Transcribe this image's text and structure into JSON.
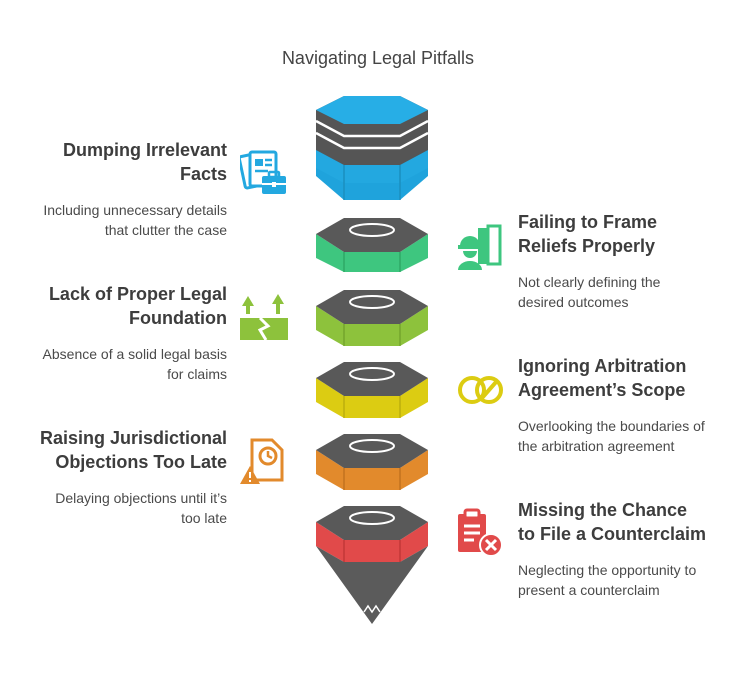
{
  "title": "Navigating Legal Pitfalls",
  "colors": {
    "blue": "#23a8e0",
    "green": "#3ec67f",
    "olive": "#8dc23c",
    "yellow": "#dccc12",
    "orange": "#e28a2c",
    "red": "#e14a4a",
    "dark": "#5a5a5a"
  },
  "items": [
    {
      "heading": "Dumping Irrelevant Facts",
      "line1": "Dumping Irrelevant",
      "line2": "Facts",
      "desc1": "Including unnecessary details",
      "desc2": "that clutter the case",
      "icon": "documents-briefcase-icon"
    },
    {
      "heading": "Failing to Frame Reliefs Properly",
      "line1": "Failing to Frame",
      "line2": "Reliefs Properly",
      "desc1": "Not clearly defining the",
      "desc2": "desired outcomes",
      "icon": "worker-building-icon"
    },
    {
      "heading": "Lack of Proper Legal Foundation",
      "line1": "Lack of Proper Legal",
      "line2": "Foundation",
      "desc1": "Absence of a solid legal basis",
      "desc2": "for claims",
      "icon": "cracked-ground-icon"
    },
    {
      "heading": "Ignoring Arbitration Agreement’s Scope",
      "line1": "Ignoring Arbitration",
      "line2": "Agreement’s Scope",
      "desc1": "Overlooking the boundaries of",
      "desc2": "the arbitration agreement",
      "icon": "no-entry-rings-icon"
    },
    {
      "heading": "Raising Jurisdictional Objections Too Late",
      "line1": "Raising Jurisdictional",
      "line2": "Objections Too Late",
      "desc1": "Delaying objections until it’s",
      "desc2": "too late",
      "icon": "late-document-warning-icon"
    },
    {
      "heading": "Missing the Chance to File a Counterclaim",
      "line1": "Missing the Chance",
      "line2": "to File a Counterclaim",
      "desc1": "Neglecting the opportunity to",
      "desc2": "present a counterclaim",
      "icon": "clipboard-cancel-icon"
    }
  ]
}
